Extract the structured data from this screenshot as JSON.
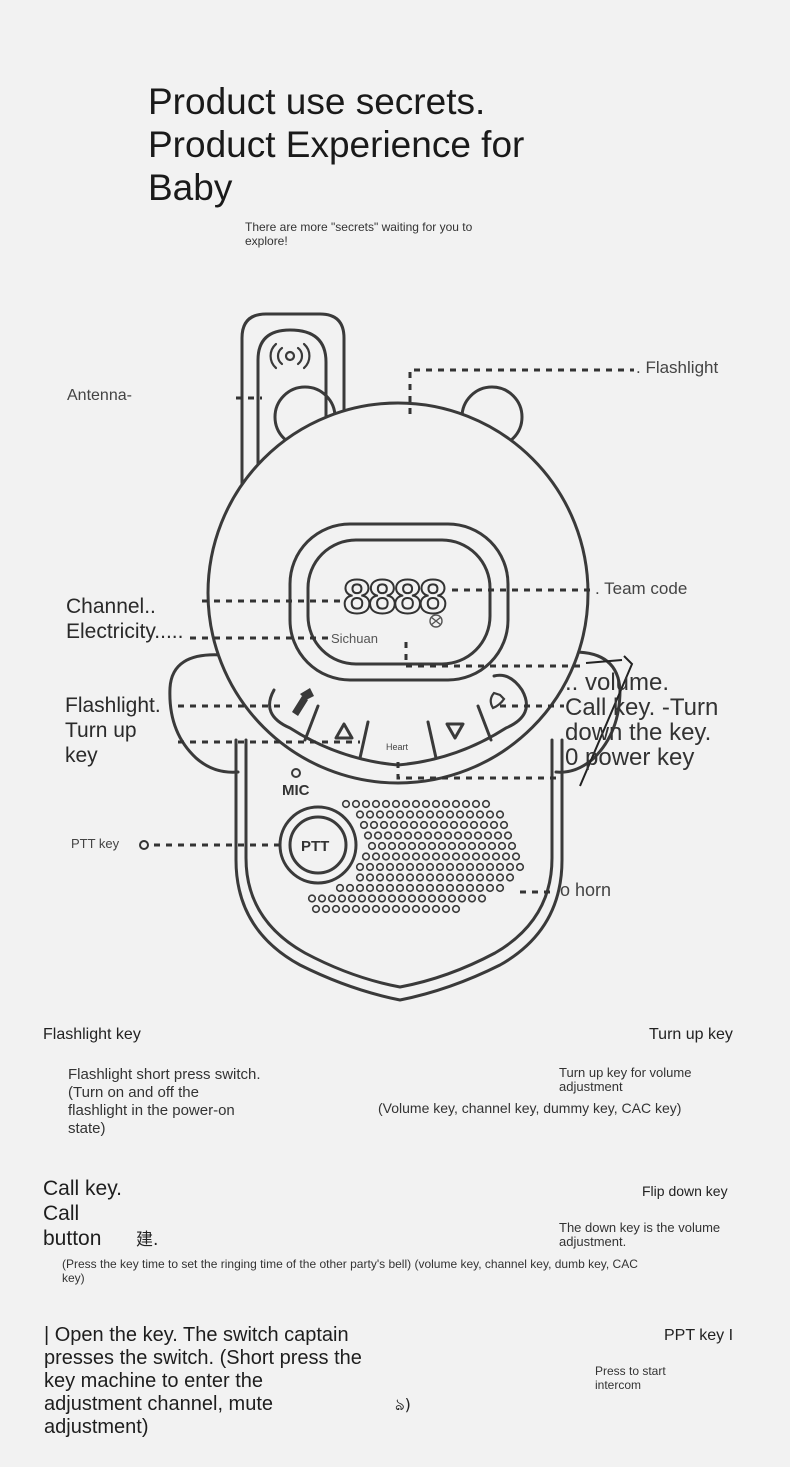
{
  "header": {
    "title": "Product use secrets.\nProduct Experience for\nBaby",
    "subtitle": "There are more \"secrets\" waiting for you to\nexplore!"
  },
  "device": {
    "display_digits": "8888",
    "sichuan": "Sichuan",
    "heart": "Heart",
    "mic": "MIC",
    "ptt": "PTT"
  },
  "callouts": {
    "antenna": "Antenna-",
    "flashlight": ". Flashlight",
    "channel_electricity": "Channel..\nElectricity.....",
    "team_code": ". Team code",
    "flashlight_turn_up": "Flashlight.\nTurn up\nkey",
    "right_keys": ".. volume.\nCall key. -Turn\ndown the key.\n0 power key",
    "ptt_key": "PTT key",
    "horn": "o horn"
  },
  "sections": {
    "flashlight_key": {
      "heading": "Flashlight key",
      "body": "Flashlight short press switch.\n(Turn on and off the\nflashlight in the power-on\nstate)"
    },
    "turn_up_key": {
      "heading": "Turn up key",
      "body": "Turn up key for volume\nadjustment",
      "note": "(Volume key, channel key, dummy key, CAC key)"
    },
    "call_key": {
      "heading": "Call key.\nCall\nbutton",
      "mark": "建.",
      "note": "(Press the key time to set the ringing time of the other party's bell) (volume key, channel key, dumb key, CAC\nkey)"
    },
    "flip_down_key": {
      "heading": "Flip down key",
      "body": "The down key is the volume\nadjustment."
    },
    "open_key": {
      "body": "| Open the key. The switch captain\npresses the switch. (Short press the\nkey machine to enter the\nadjustment channel, mute\nadjustment)",
      "mark": "ঌ)"
    },
    "ppt_key": {
      "heading": "PPT key I",
      "body": "Press to start\nintercom"
    }
  }
}
